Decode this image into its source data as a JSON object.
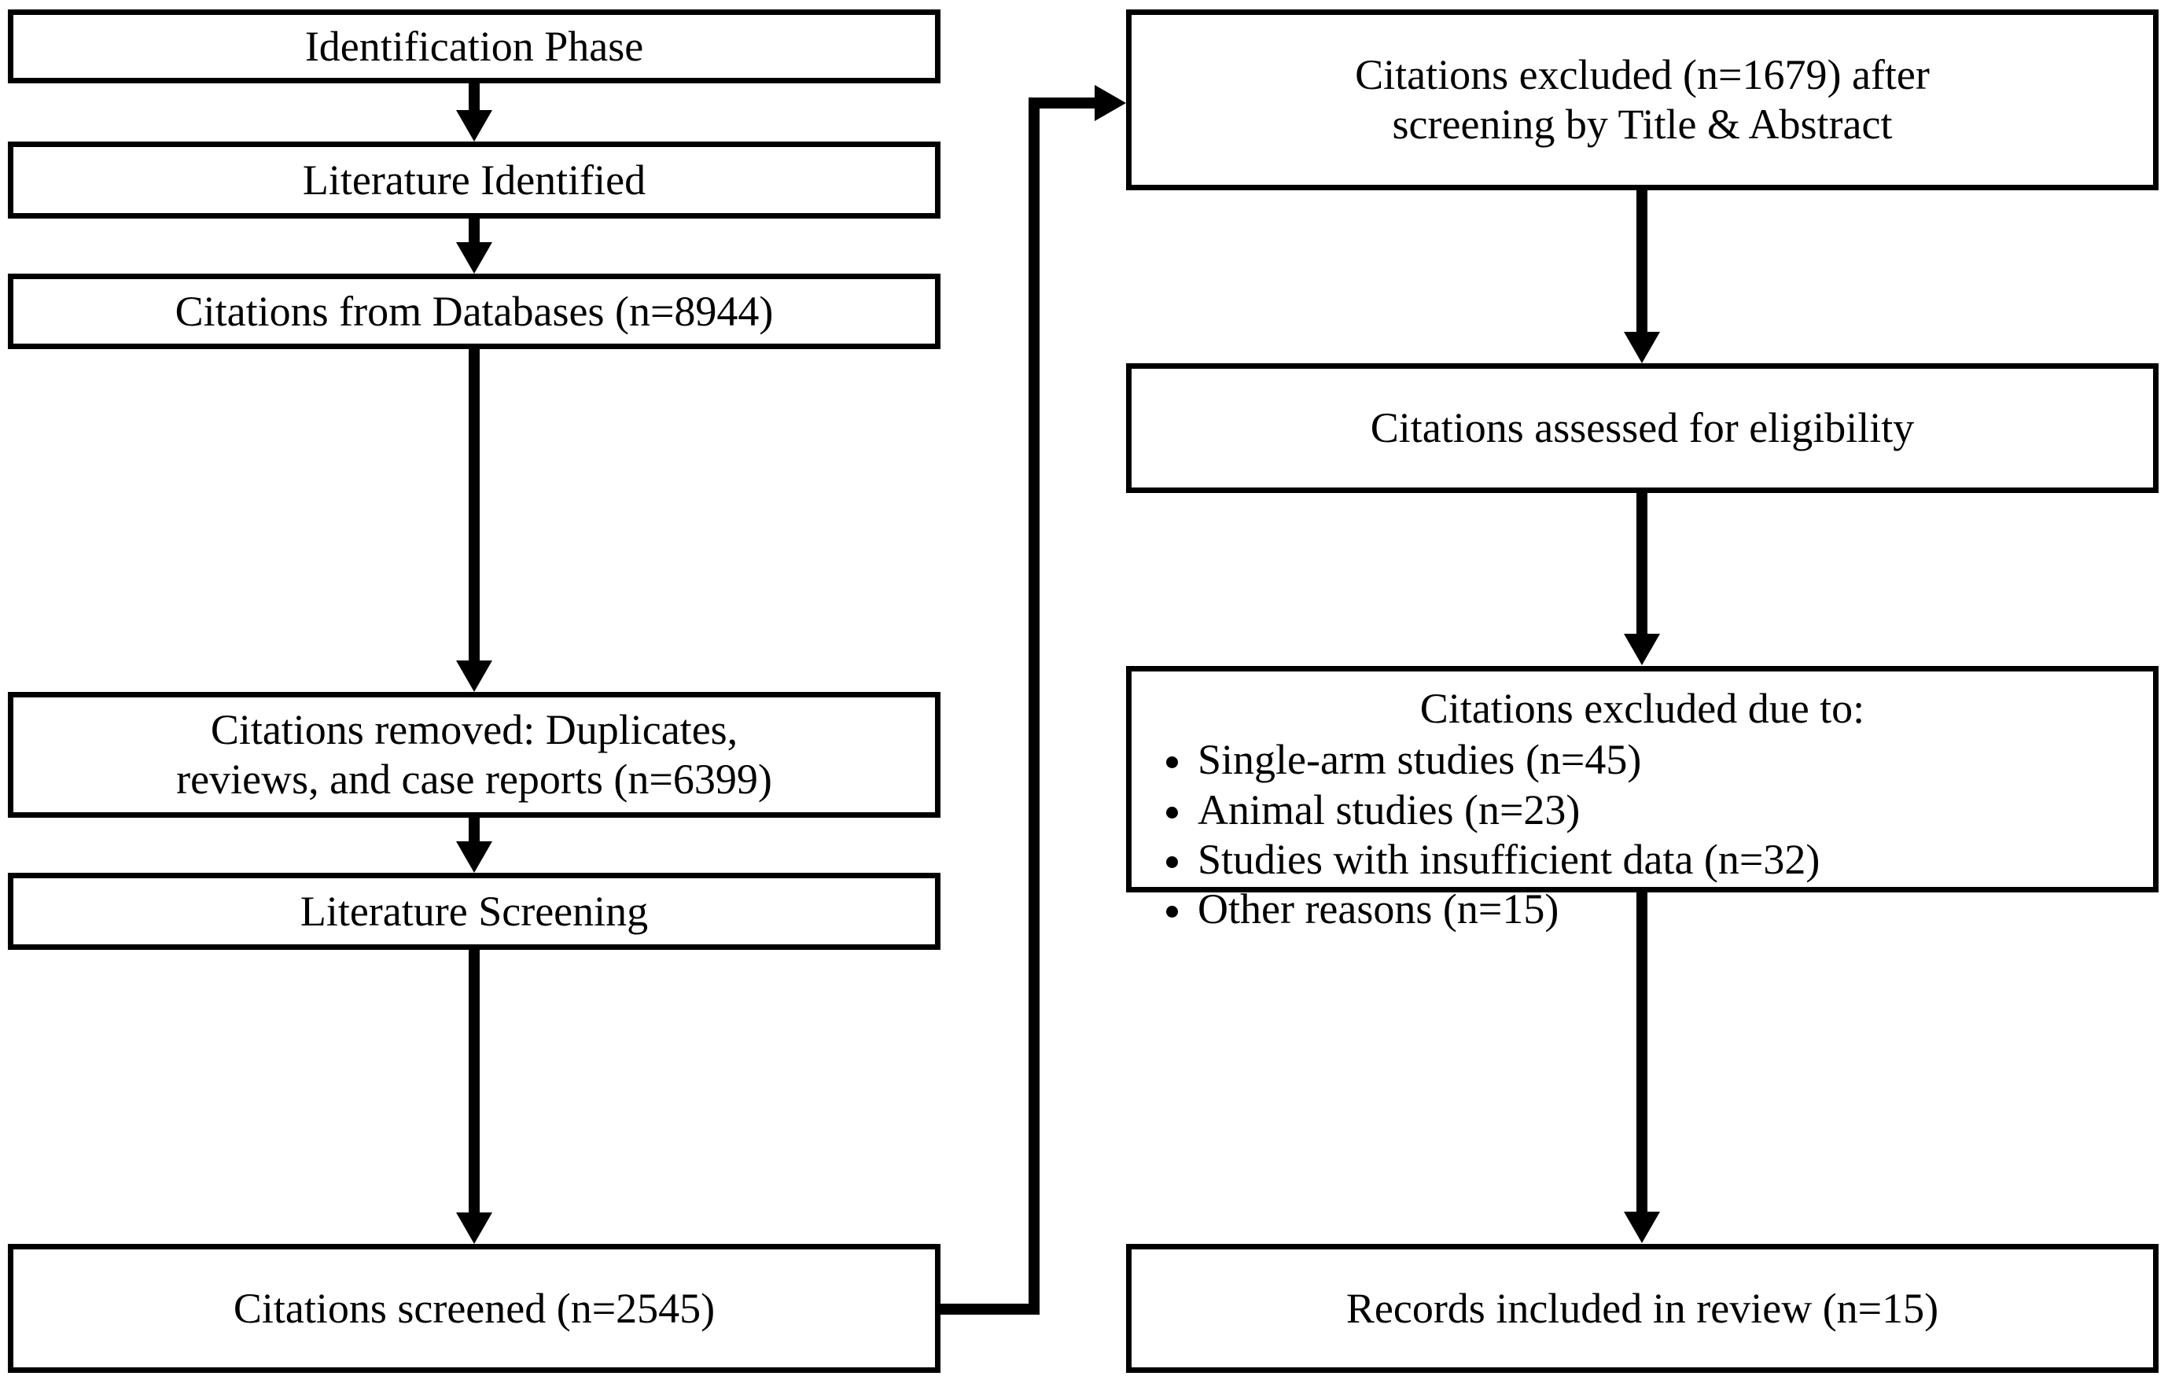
{
  "diagram": {
    "title": "PRISMA literature selection flow diagram",
    "left_column": [
      {
        "id": "identification-phase",
        "text": "Identification Phase"
      },
      {
        "id": "literature-identified",
        "text": "Literature Identified"
      },
      {
        "id": "citations-databases",
        "text": "Citations from Databases (n=8944)"
      },
      {
        "id": "citations-removed",
        "line1": "Citations removed: Duplicates,",
        "line2": "reviews, and case reports (n=6399)"
      },
      {
        "id": "literature-screening",
        "text": "Literature Screening"
      },
      {
        "id": "citations-screened",
        "text": "Citations screened (n=2545)"
      }
    ],
    "right_column": {
      "excluded_screening": {
        "line1": "Citations excluded (n=1679) after",
        "line2": "screening by Title & Abstract"
      },
      "assessed": {
        "text": "Citations assessed for eligibility"
      },
      "excluded_reasons": {
        "title": "Citations excluded due to:",
        "items": [
          "Single-arm studies (n=45)",
          "Animal studies (n=23)",
          "Studies with insufficient data (n=32)",
          "Other reasons (n=15)"
        ]
      },
      "included": {
        "text": "Records included in review (n=15)"
      }
    },
    "counts": {
      "citations_from_databases": 8944,
      "citations_removed": 6399,
      "citations_screened": 2545,
      "citations_excluded_title_abstract": 1679,
      "excluded_single_arm": 45,
      "excluded_animal": 23,
      "excluded_insufficient_data": 32,
      "excluded_other": 15,
      "records_included": 15
    },
    "colors": {
      "stroke": "#000000",
      "fill": "#ffffff"
    }
  }
}
